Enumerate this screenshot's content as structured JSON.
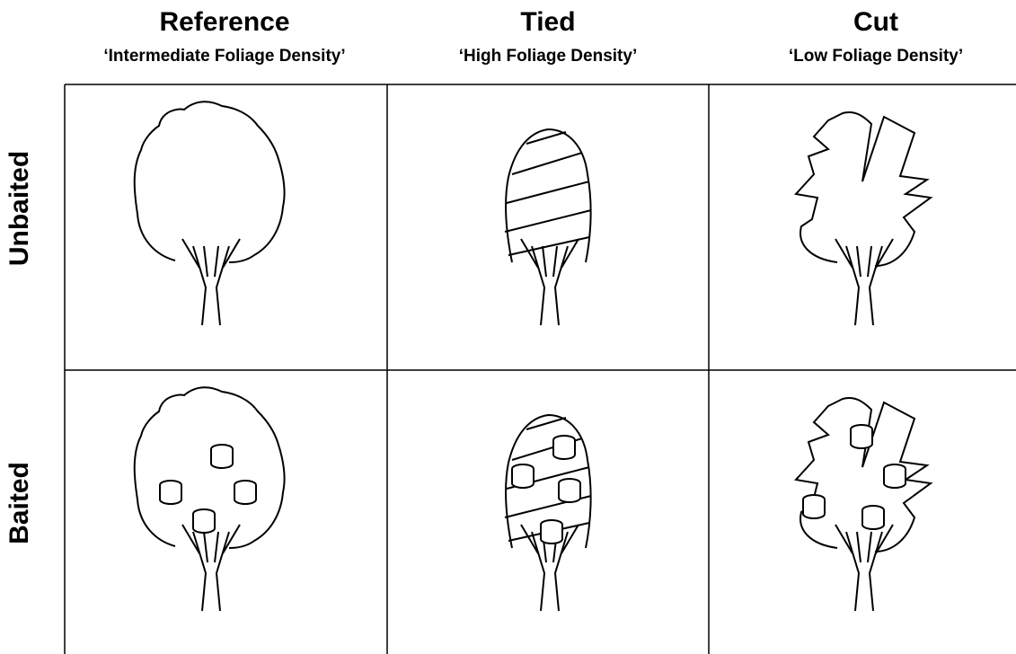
{
  "columns": [
    {
      "title": "Reference",
      "subtitle": "‘Intermediate Foliage Density’"
    },
    {
      "title": "Tied",
      "subtitle": "‘High Foliage Density’"
    },
    {
      "title": "Cut",
      "subtitle": "‘Low Foliage Density’"
    }
  ],
  "rows": [
    "Unbaited",
    "Baited"
  ],
  "colors": {
    "line": "#000000",
    "background": "#ffffff"
  },
  "icons": [
    "tree-icon",
    "bait-icon"
  ]
}
